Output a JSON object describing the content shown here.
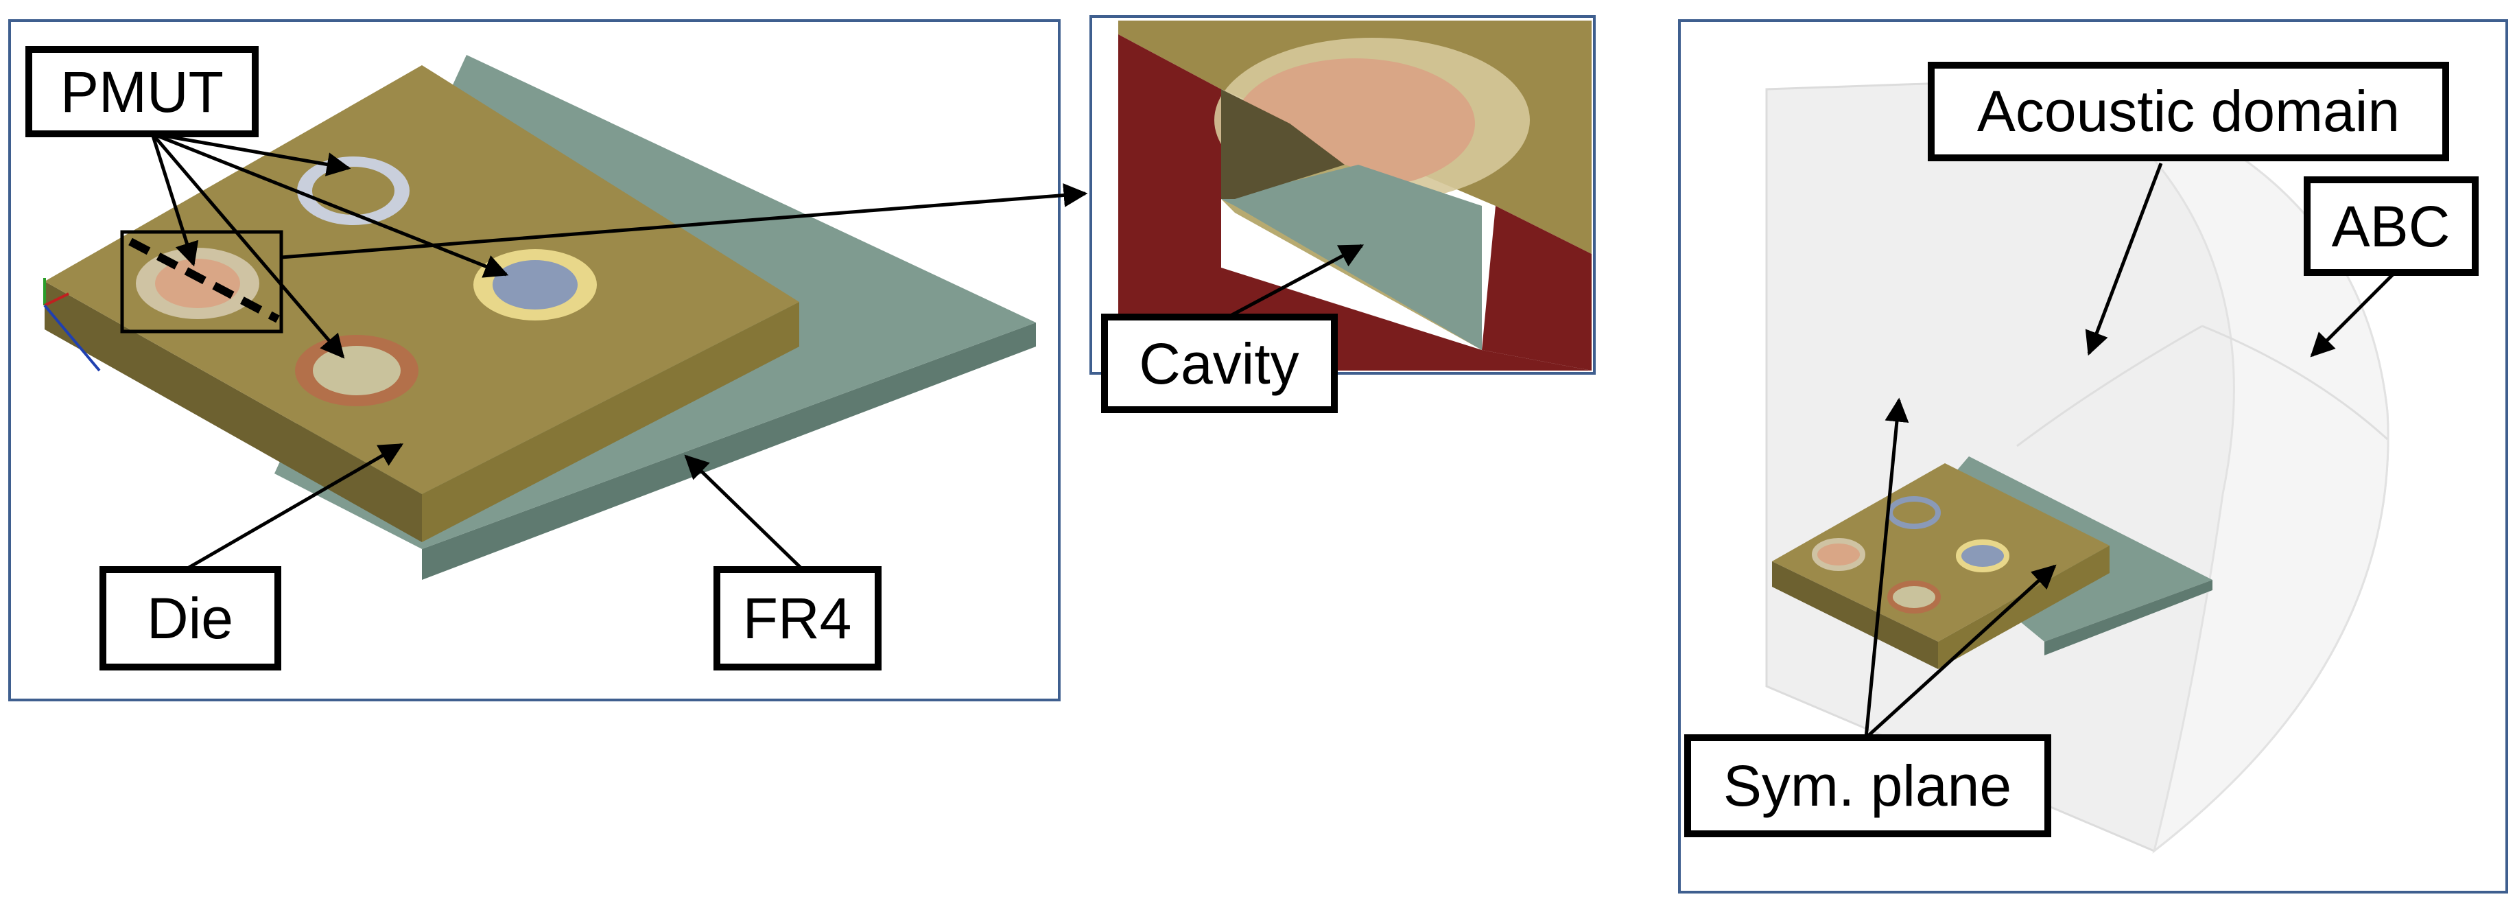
{
  "labels": {
    "pmut": "PMUT",
    "die": "Die",
    "fr4": "FR4",
    "cavity": "Cavity",
    "acoustic_domain": "Acoustic domain",
    "abc": "ABC",
    "sym_plane": "Sym. plane"
  },
  "colors": {
    "die": "#9c8a4a",
    "die_side": "#6d6130",
    "fr4": "#7f9b90",
    "fr4_side": "#5f7a70",
    "cavity_wall": "#7a1d1d",
    "pmut_blue": "#8a9ab8",
    "pmut_peach": "#d9a686",
    "pmut_yellow_ring": "#e8d78a",
    "pmut_red_ring": "#b3704a",
    "domain": "#eeeeee",
    "frame": "#3f5f8f"
  }
}
